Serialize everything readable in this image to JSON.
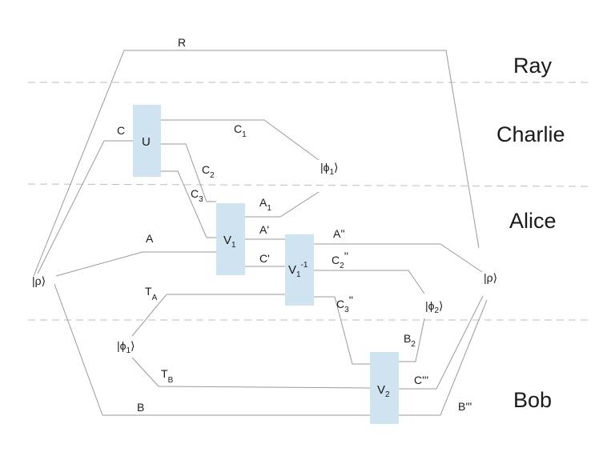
{
  "parties": {
    "ray": "Ray",
    "charlie": "Charlie",
    "alice": "Alice",
    "bob": "Bob"
  },
  "gates": {
    "u": {
      "base": "U",
      "sub": "",
      "sup": ""
    },
    "v1": {
      "base": "V",
      "sub": "1",
      "sup": ""
    },
    "v1inv": {
      "base": "V",
      "sub": "1",
      "sup": "-1"
    },
    "v2": {
      "base": "V",
      "sub": "2",
      "sup": ""
    }
  },
  "states": {
    "rho_in": {
      "base": "|ρ⟩",
      "sub": ""
    },
    "rho_out": {
      "base": "|ρ⟩",
      "sub": ""
    },
    "phi1_charlie": {
      "base": "|ϕ",
      "sub": "1",
      "close": "⟩"
    },
    "phi1_bob": {
      "base": "|ϕ",
      "sub": "1",
      "close": "⟩"
    },
    "phi2": {
      "base": "|ϕ",
      "sub": "2",
      "close": "⟩"
    }
  },
  "wires": {
    "R": {
      "base": "R",
      "sub": "",
      "sup": ""
    },
    "C": {
      "base": "C",
      "sub": "",
      "sup": ""
    },
    "C1": {
      "base": "C",
      "sub": "1",
      "sup": ""
    },
    "C2": {
      "base": "C",
      "sub": "2",
      "sup": ""
    },
    "C3": {
      "base": "C",
      "sub": "3",
      "sup": ""
    },
    "A1": {
      "base": "A",
      "sub": "1",
      "sup": ""
    },
    "A": {
      "base": "A",
      "sub": "",
      "sup": ""
    },
    "Ap": {
      "base": "A'",
      "sub": "",
      "sup": ""
    },
    "Cp": {
      "base": "C'",
      "sub": "",
      "sup": ""
    },
    "App": {
      "base": "A''",
      "sub": "",
      "sup": ""
    },
    "C2pp": {
      "base": "C",
      "sub": "2",
      "sup": "''"
    },
    "C3pp": {
      "base": "C",
      "sub": "3",
      "sup": "''"
    },
    "TA": {
      "base": "T",
      "sub": "A",
      "sup": ""
    },
    "TB": {
      "base": "T",
      "sub": "B",
      "sup": ""
    },
    "B2": {
      "base": "B",
      "sub": "2",
      "sup": ""
    },
    "Cppp": {
      "base": "C'''",
      "sub": "",
      "sup": ""
    },
    "B": {
      "base": "B",
      "sub": "",
      "sup": ""
    },
    "Bppp": {
      "base": "B'''",
      "sub": "",
      "sup": ""
    }
  }
}
